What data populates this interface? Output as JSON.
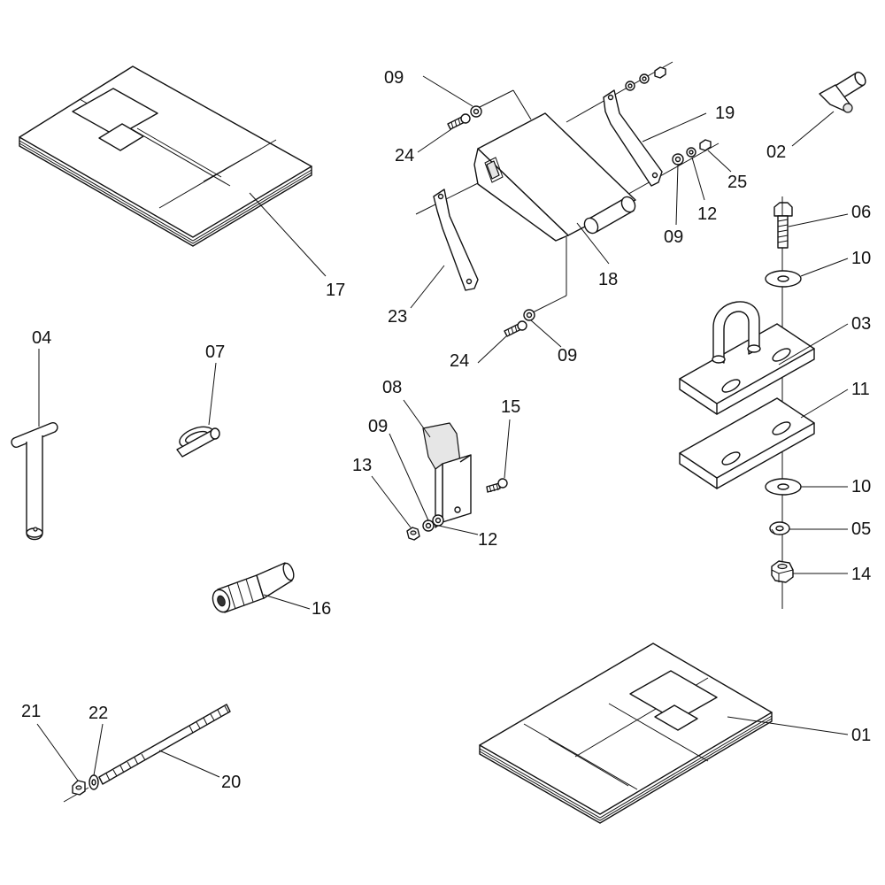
{
  "labels": {
    "p01": "01",
    "p02": "02",
    "p03": "03",
    "p04": "04",
    "p05": "05",
    "p06": "06",
    "p07": "07",
    "p08": "08",
    "p09a": "09",
    "p09b": "09",
    "p09c": "09",
    "p09d": "09",
    "p10a": "10",
    "p10b": "10",
    "p11": "11",
    "p12a": "12",
    "p12b": "12",
    "p13": "13",
    "p14": "14",
    "p15": "15",
    "p16": "16",
    "p17": "17",
    "p18": "18",
    "p19": "19",
    "p20": "20",
    "p21": "21",
    "p22": "22",
    "p23": "23",
    "p24a": "24",
    "p24b": "24",
    "p25": "25"
  }
}
